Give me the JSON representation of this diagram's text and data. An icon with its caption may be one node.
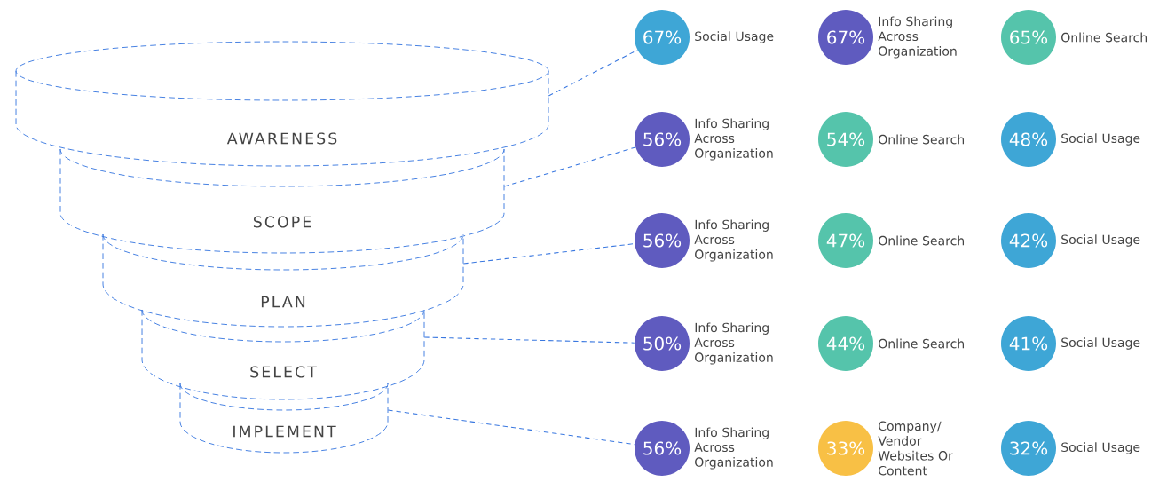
{
  "diagram": {
    "nodes": [
      {
        "text": [
          "AWARENESS"
        ]
      },
      {
        "text": [
          "SCOPE"
        ]
      },
      {
        "text": [
          "PLAN"
        ]
      },
      {
        "text": [
          "SELECT"
        ]
      },
      {
        "text": [
          "IMPLEMENT"
        ]
      },
      {
        "text": [
          "67%"
        ],
        "beside": [
          "Social Usage"
        ]
      },
      {
        "text": [
          "67%"
        ],
        "beside": [
          "Info Sharing Across Organization"
        ]
      },
      {
        "text": [
          "65%"
        ],
        "beside": [
          "Online Search"
        ]
      },
      {
        "text": [
          "56%"
        ],
        "beside": [
          "Info Sharing Across Organization"
        ]
      },
      {
        "text": [
          "54%"
        ],
        "beside": [
          "Online Search"
        ]
      },
      {
        "text": [
          "48%"
        ],
        "beside": [
          "Social Usage"
        ]
      },
      {
        "text": [
          "56%"
        ],
        "beside": [
          "Info Sharing Across Organization"
        ]
      },
      {
        "text": [
          "47%"
        ],
        "beside": [
          "Online Search"
        ]
      },
      {
        "text": [
          "42%"
        ],
        "beside": [
          "Social Usage"
        ]
      },
      {
        "text": [
          "50%"
        ],
        "beside": [
          "Info Sharing Across Organization"
        ]
      },
      {
        "text": [
          "44%"
        ],
        "beside": [
          "Online Search"
        ]
      },
      {
        "text": [
          "41%"
        ],
        "beside": [
          "Social Usage"
        ]
      },
      {
        "text": [
          "56%"
        ],
        "beside": [
          "Info Sharing Across Organization"
        ]
      },
      {
        "text": [
          "33%"
        ],
        "beside": [
          "Company/ Vendor Websites Or Content"
        ]
      },
      {
        "text": [
          "32%"
        ],
        "beside": [
          "Social Usage"
        ]
      }
    ],
    "edges": [
      {
        "from": 0,
        "to": 5,
        "arrow": "none",
        "style": "dashed"
      },
      {
        "from": 1,
        "to": 8,
        "arrow": "none",
        "style": "dashed"
      },
      {
        "from": 2,
        "to": 11,
        "arrow": "none",
        "style": "dashed"
      },
      {
        "from": 3,
        "to": 14,
        "arrow": "none",
        "style": "dashed"
      },
      {
        "from": 4,
        "to": 17,
        "arrow": "none",
        "style": "dashed"
      }
    ]
  }
}
